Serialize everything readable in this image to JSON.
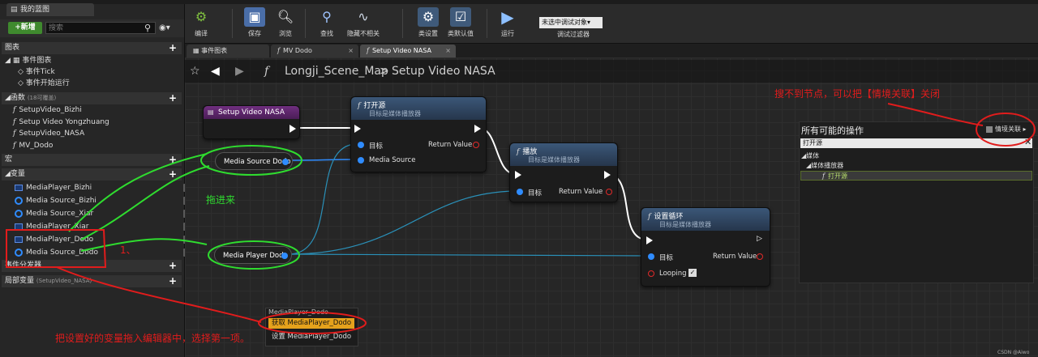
{
  "left_panel": {
    "tab_label": "我的蓝图",
    "add_button": "+新增",
    "search_placeholder": "搜索",
    "sections": {
      "graphs": "图表",
      "event_graph": "事件图表",
      "event_tick": "事件Tick",
      "event_begin": "事件开始运行",
      "functions": "函数",
      "functions_note": "(18可覆盖)",
      "macros": "宏",
      "variables": "变量",
      "event_dispatchers": "事件分发器",
      "local_vars": "局部变量",
      "local_vars_note": "(SetupVideo_NASA)"
    },
    "functions": [
      "SetupVideo_Bizhi",
      "Setup Video Yongzhuang",
      "SetupVideo_NASA",
      "MV_Dodo"
    ],
    "variables": [
      {
        "name": "MediaPlayer_Bizhi",
        "kind": "player"
      },
      {
        "name": "Media Source_Bizhi",
        "kind": "source"
      },
      {
        "name": "Media Source_Xiar",
        "kind": "source"
      },
      {
        "name": "MediaPlayer_Xiar",
        "kind": "player"
      },
      {
        "name": "MediaPlayer_Dodo",
        "kind": "player"
      },
      {
        "name": "Media Source_Dodo",
        "kind": "source"
      }
    ]
  },
  "toolbar": {
    "compile": "编译",
    "save": "保存",
    "browse": "浏览",
    "find": "查找",
    "hide_unrelated": "隐藏不相关",
    "class_settings": "类设置",
    "class_defaults": "类默认值",
    "run": "运行",
    "debug_select": "未选中调试对象▾",
    "debug_filter": "调试过滤器"
  },
  "graph_tabs": [
    "事件图表",
    "MV Dodo",
    "Setup Video NASA"
  ],
  "breadcrumb": {
    "map": "Longji_Scene_Map",
    "sep": ">",
    "func": "Setup Video NASA"
  },
  "nodes": {
    "entry": {
      "title": "Setup Video NASA"
    },
    "open_source": {
      "title": "打开源",
      "subtitle": "目标是媒体播放器",
      "target": "目标",
      "media_source": "Media Source",
      "return": "Return Value"
    },
    "play": {
      "title": "播放",
      "subtitle": "目标是媒体播放器",
      "target": "目标",
      "return": "Return Value"
    },
    "set_looping": {
      "title": "设置循环",
      "subtitle": "目标是媒体播放器",
      "target": "目标",
      "return": "Return Value",
      "looping": "Looping"
    },
    "var_source": "Media Source Dodo",
    "var_player": "Media Player Dodo"
  },
  "action_panel": {
    "title": "所有可能的操作",
    "context": "情境关联",
    "search": "打开源",
    "tree": [
      "媒体",
      "媒体播放器",
      "打开源"
    ]
  },
  "popup": {
    "title": "MediaPlayer_Dodo",
    "get": "获取 MediaPlayer_Dodo",
    "set": "设置 MediaPlayer_Dodo"
  },
  "annotations": {
    "top_right": "搜不到节点，可以把【情境关联】关闭",
    "drag_in": "拖进来",
    "step": "1、",
    "bottom": "把设置好的变量拖入编辑器中，选择第一项。"
  },
  "watermark": "CSDN @Aiwo"
}
